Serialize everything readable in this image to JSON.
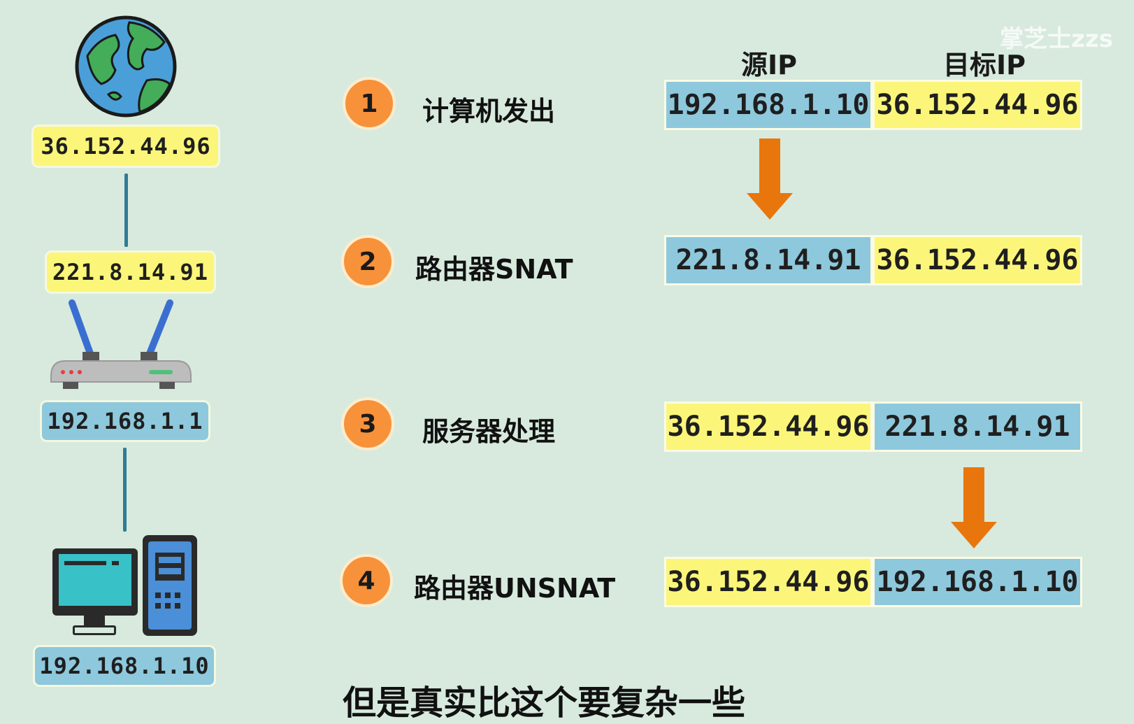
{
  "watermark": "掌芝士zzs",
  "topology": {
    "internet_ip": "36.152.44.96",
    "router_wan_ip": "221.8.14.91",
    "router_lan_ip": "192.168.1.1",
    "computer_ip": "192.168.1.10"
  },
  "table": {
    "headers": {
      "source": "源IP",
      "dest": "目标IP"
    },
    "steps": [
      {
        "number": "1",
        "label": "计算机发出",
        "source": "192.168.1.10",
        "dest": "36.152.44.96",
        "source_color": "blue",
        "dest_color": "yellow"
      },
      {
        "number": "2",
        "label": "路由器SNAT",
        "source": "221.8.14.91",
        "dest": "36.152.44.96",
        "source_color": "blue",
        "dest_color": "yellow"
      },
      {
        "number": "3",
        "label": "服务器处理",
        "source": "36.152.44.96",
        "dest": "221.8.14.91",
        "source_color": "yellow",
        "dest_color": "blue"
      },
      {
        "number": "4",
        "label": "路由器UNSNAT",
        "source": "36.152.44.96",
        "dest": "192.168.1.10",
        "source_color": "yellow",
        "dest_color": "blue"
      }
    ]
  },
  "colors": {
    "background": "#d7eadd",
    "yellow": "#fbf67a",
    "blue": "#8ec8dc",
    "orange": "#f7923a",
    "arrow": "#e8760d"
  },
  "icons": [
    "globe-icon",
    "router-icon",
    "computer-icon"
  ],
  "caption": "但是真实比这个要复杂一些"
}
